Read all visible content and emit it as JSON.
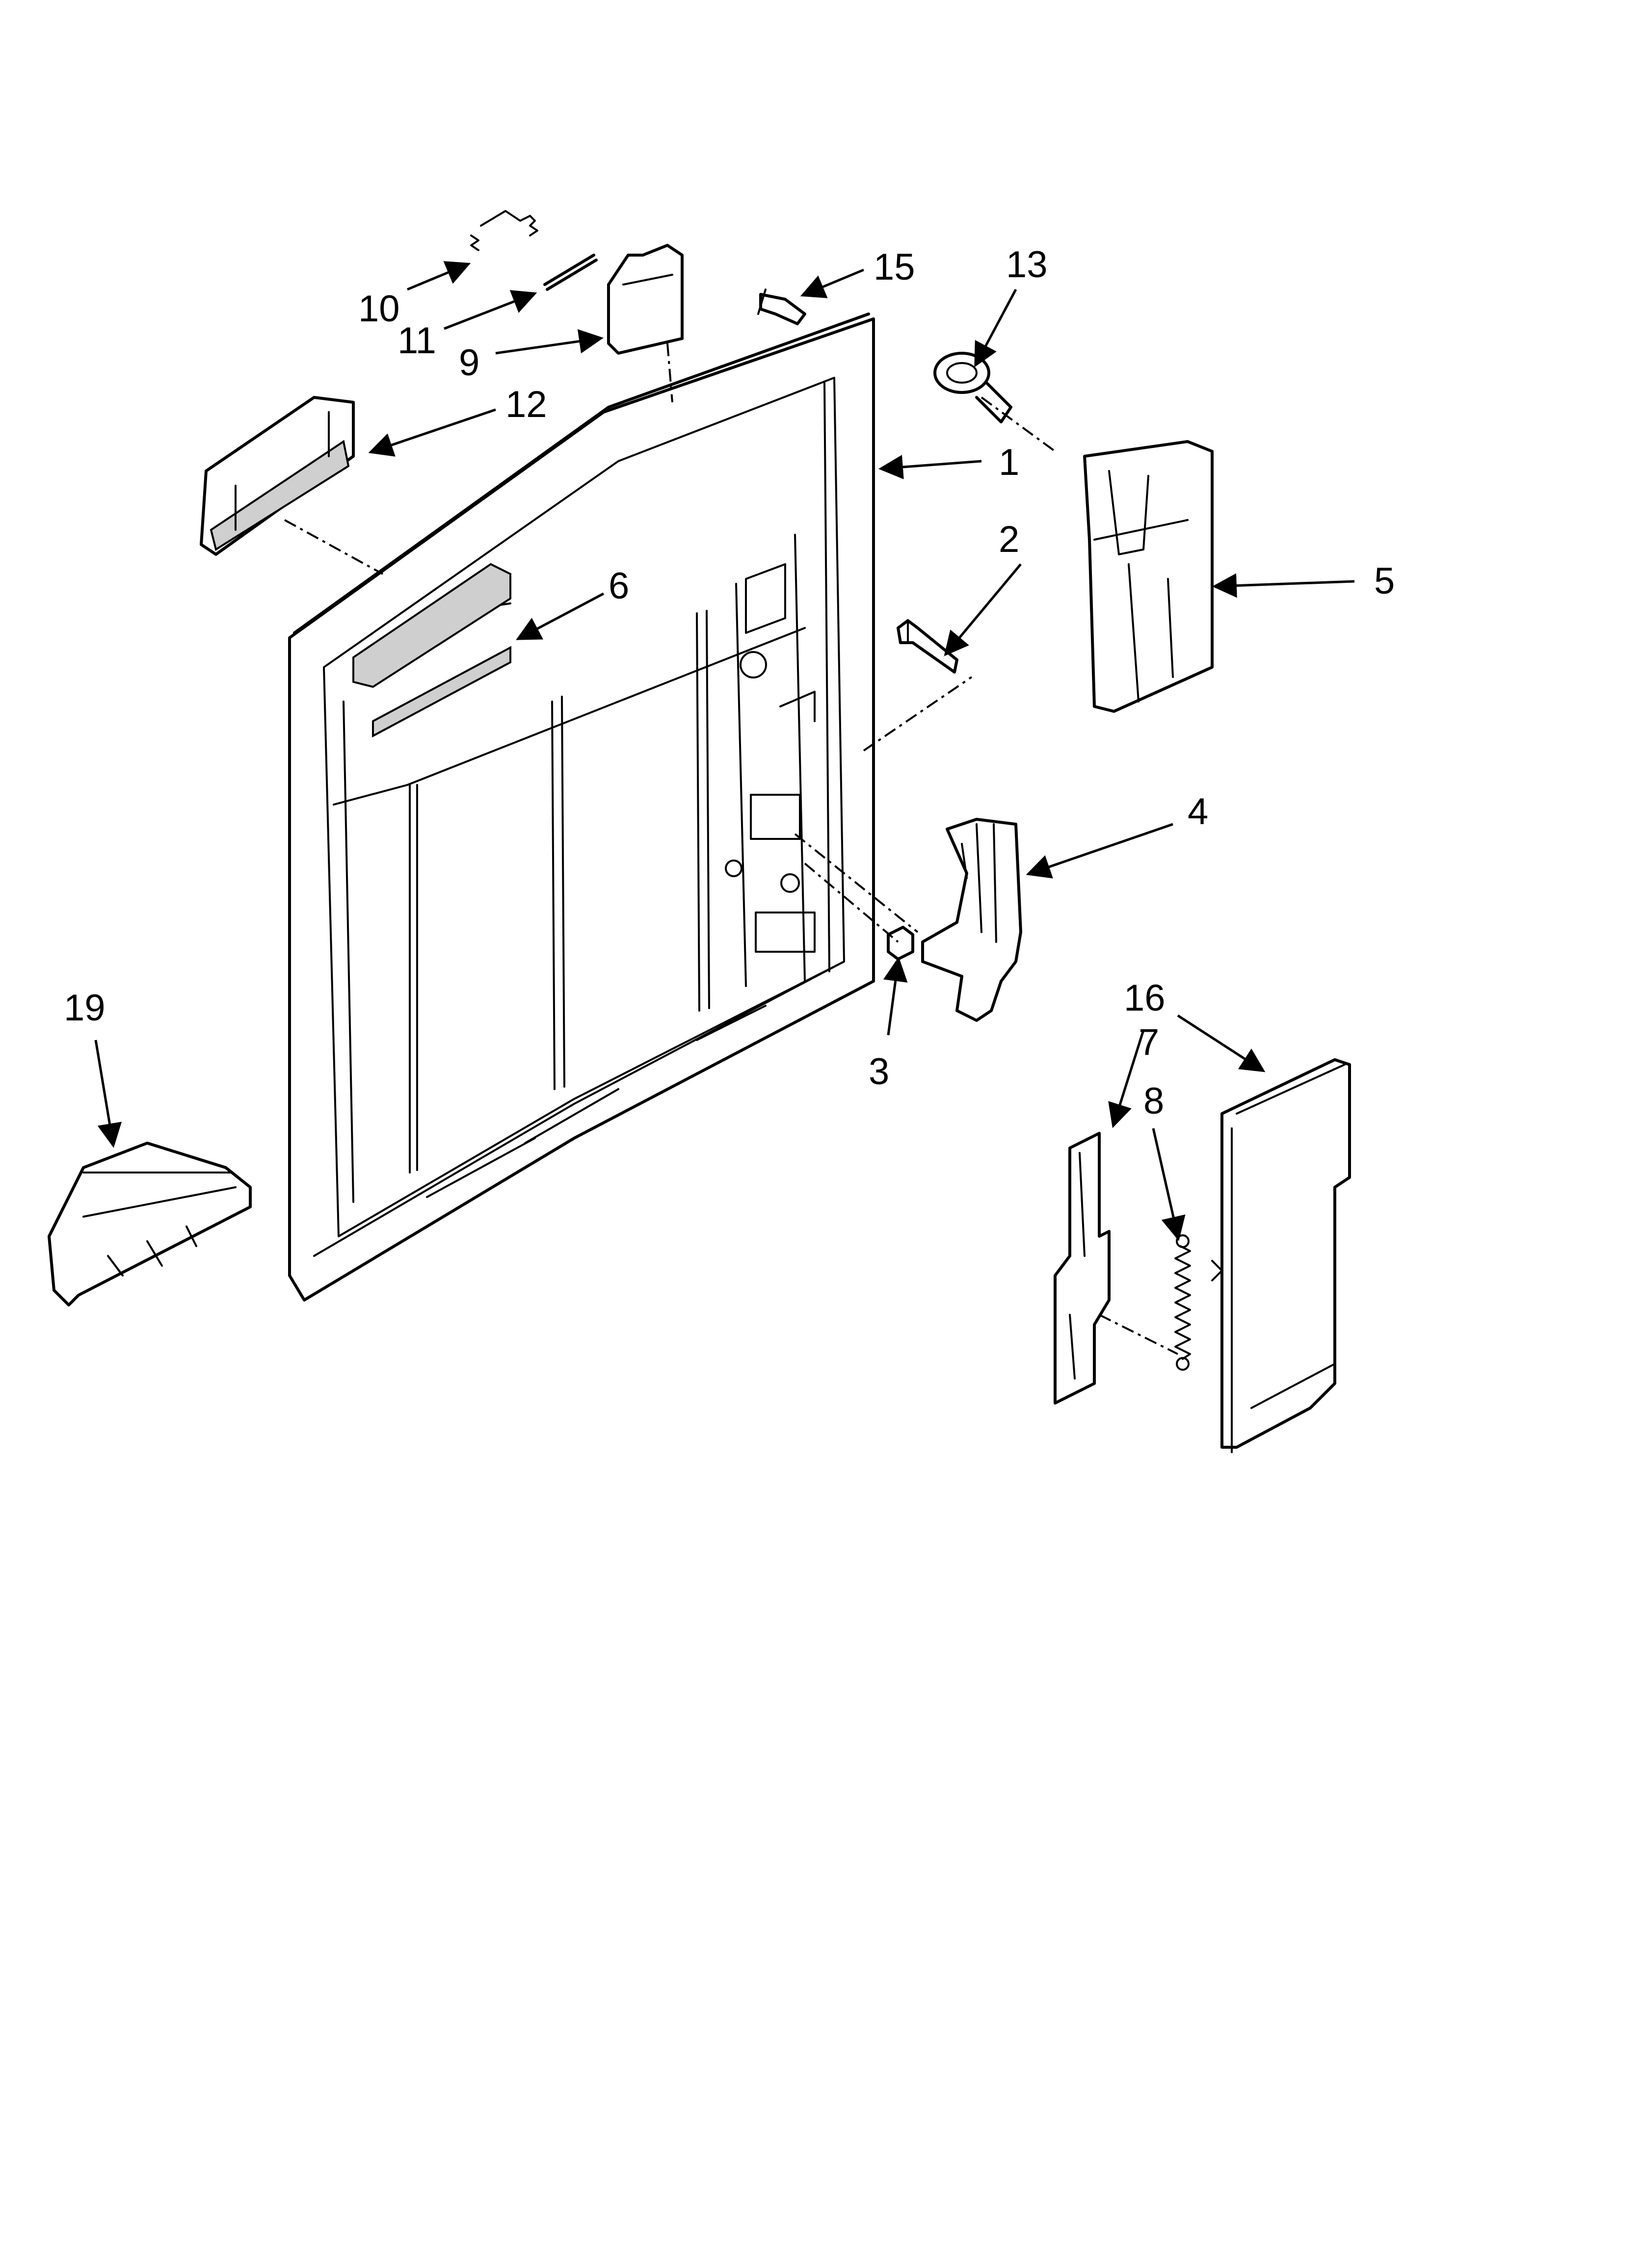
{
  "diagram": {
    "callouts": [
      "1",
      "2",
      "3",
      "4",
      "5",
      "6",
      "7",
      "8",
      "9",
      "10",
      "11",
      "12",
      "13",
      "15",
      "16",
      "19"
    ]
  }
}
